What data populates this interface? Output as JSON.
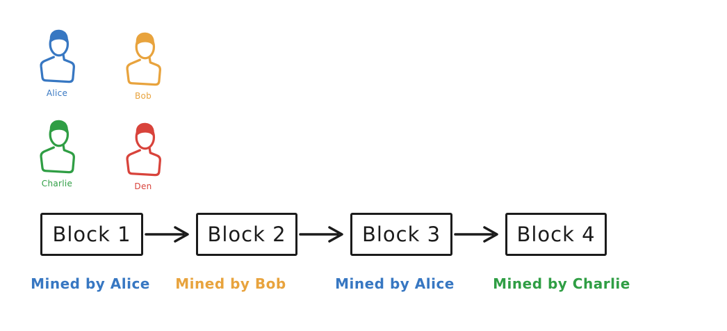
{
  "theme": {
    "ink": "#1b1b1b",
    "canvas-bg": "#ffffff"
  },
  "people": [
    {
      "name": "Alice",
      "color": "#3777c2"
    },
    {
      "name": "Bob",
      "color": "#e8a33d"
    },
    {
      "name": "Charlie",
      "color": "#2f9e44"
    },
    {
      "name": "Den",
      "color": "#d8433b"
    }
  ],
  "chain": {
    "blocks": [
      {
        "label": "Block 1",
        "mined_by": "Mined by Alice",
        "miner_color": "#3777c2"
      },
      {
        "label": "Block 2",
        "mined_by": "Mined by Bob",
        "miner_color": "#e8a33d"
      },
      {
        "label": "Block 3",
        "mined_by": "Mined by Alice",
        "miner_color": "#3777c2"
      },
      {
        "label": "Block 4",
        "mined_by": "Mined by Charlie",
        "miner_color": "#2f9e44"
      }
    ]
  }
}
